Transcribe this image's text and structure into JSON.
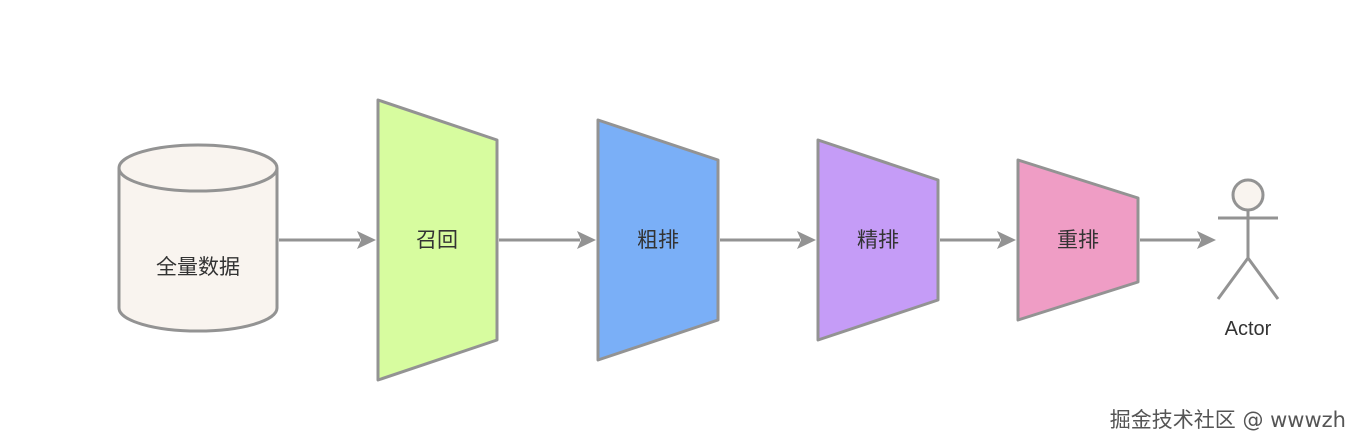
{
  "diagram": {
    "nodes": {
      "database": {
        "label": "全量数据",
        "fill": "#f9f4ef"
      },
      "recall": {
        "label": "召回",
        "fill": "#d7fc9f"
      },
      "coarse_rank": {
        "label": "粗排",
        "fill": "#7aaff7"
      },
      "fine_rank": {
        "label": "精排",
        "fill": "#c59cf7"
      },
      "rerank": {
        "label": "重排",
        "fill": "#ef9dc5"
      }
    },
    "actor": {
      "label": "Actor",
      "fill": "#f9f4ef"
    },
    "stroke_color": "#939393"
  },
  "watermark": "掘金技术社区 @ wwwzh"
}
